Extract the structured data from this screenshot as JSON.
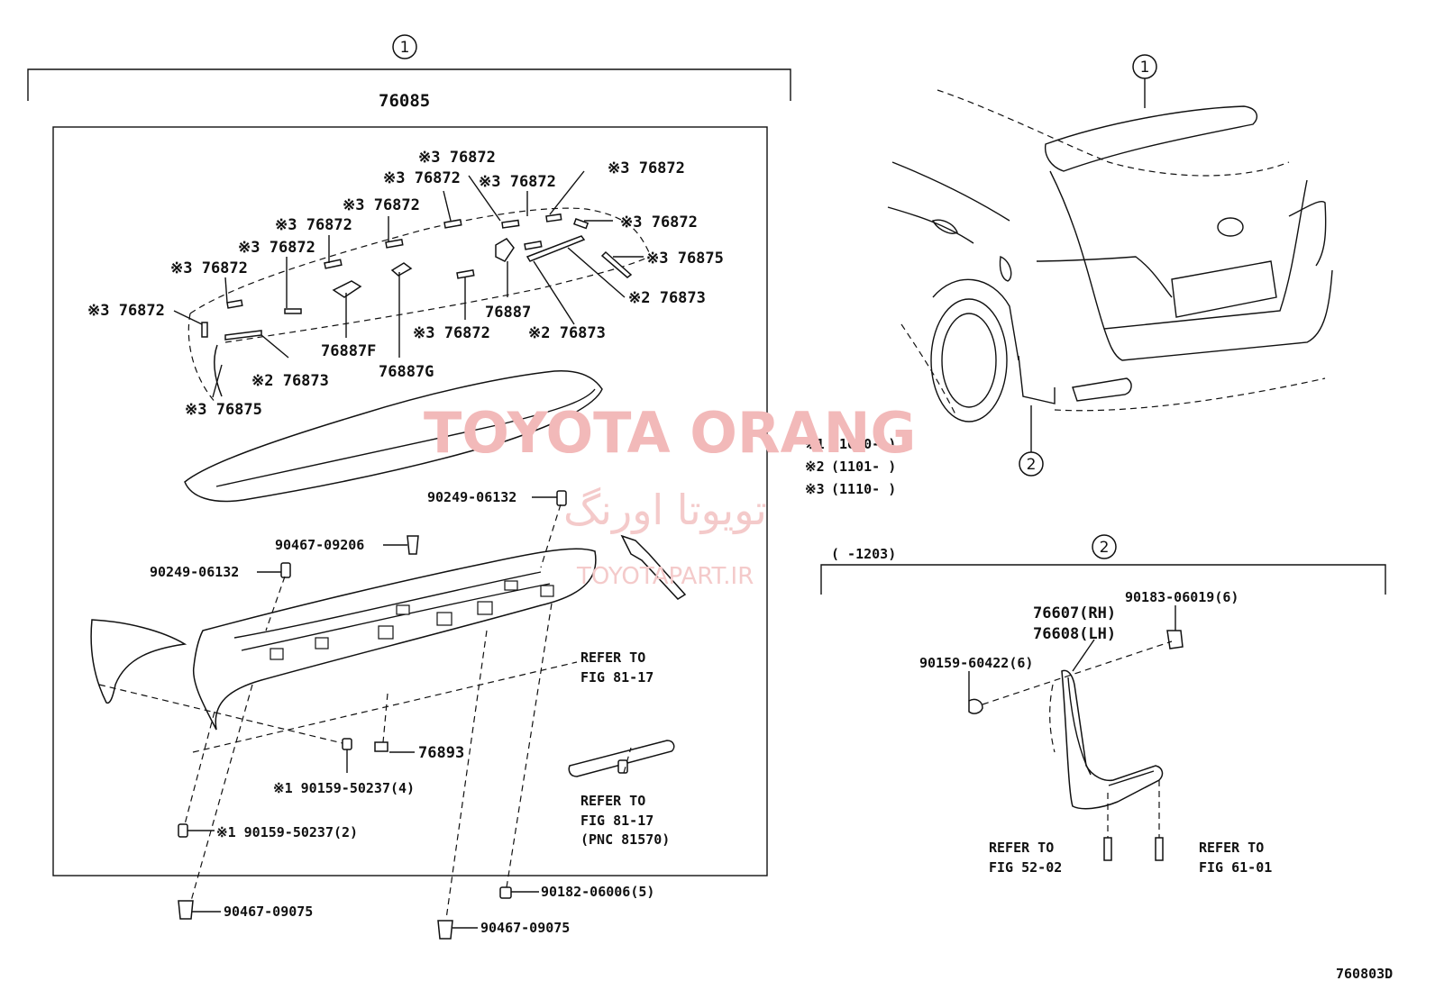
{
  "diagram_id": "760803D",
  "watermark": {
    "title": "TOYOTA ORANG",
    "farsi": "تویوتا اورنگ",
    "url": "TOYOTAPART.IR"
  },
  "group1": {
    "callout": "1",
    "assembly_no": "76085"
  },
  "group2": {
    "callout": "2",
    "range": "(      -1203)"
  },
  "car_callouts": [
    "1",
    "2"
  ],
  "notes": [
    {
      "mark": "※1",
      "range": "(1010-     )"
    },
    {
      "mark": "※2",
      "range": "(1101-     )"
    },
    {
      "mark": "※3",
      "range": "(1110-     )"
    }
  ],
  "spoiler_labels": {
    "l01": "※3 76872",
    "l02": "※3 76872",
    "l03": "※3 76872",
    "l04": "※3 76872",
    "l05": "※3 76872",
    "l06": "※3 76872",
    "l07": "※3 76872",
    "l08": "※3 76872",
    "l09": "※3 76872",
    "l10": "※3 76872",
    "l11": "※3 76875",
    "l12": "※2 76873",
    "l13": "76887",
    "l14": "※2 76873",
    "l15": "※3 76872",
    "l16": "76887F",
    "l17": "76887G",
    "l18": "※2 76873",
    "l19": "※3 76875"
  },
  "bracket_labels": {
    "b01": "90249-06132",
    "b02": "90467-09206",
    "b03": "90249-06132",
    "b04": "REFER TO",
    "b05": "FIG 81-17",
    "b06": "76893",
    "b07": "※1 90159-50237(4)",
    "b08": "REFER TO",
    "b09": "FIG 81-17",
    "b10": "(PNC 81570)",
    "b11": "※1 90159-50237(2)",
    "b12": "90467-09075",
    "b13": "90182-06006(5)",
    "b14": "90467-09075"
  },
  "mudguard_labels": {
    "m01": "76607(RH)",
    "m02": "76608(LH)",
    "m03": "90183-06019(6)",
    "m04": "90159-60422(6)",
    "m05": "REFER TO",
    "m06": "FIG 52-02",
    "m07": "REFER TO",
    "m08": "FIG 61-01"
  }
}
